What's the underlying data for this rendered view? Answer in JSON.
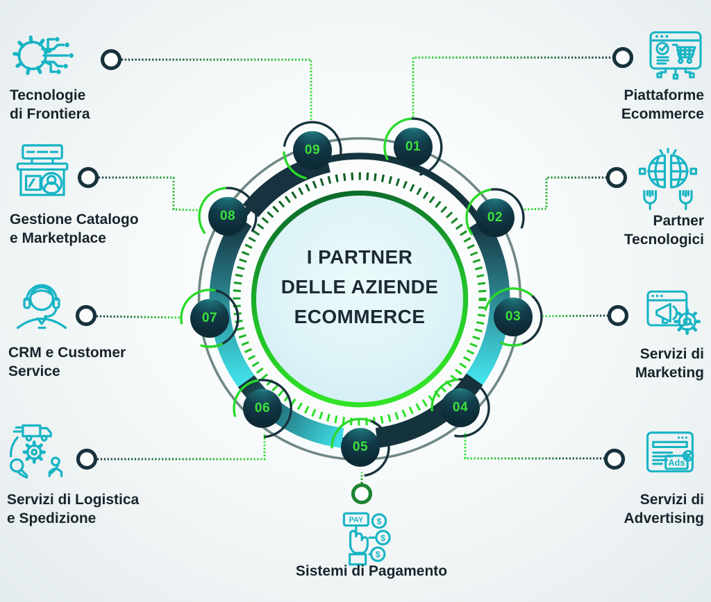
{
  "title": {
    "line1": "I PARTNER",
    "line2": "DELLE AZIENDE",
    "line3": "ECOMMERCE"
  },
  "nodes": [
    {
      "number": "01",
      "label_line1": "Piattaforme",
      "label_line2": "Ecommerce",
      "icon": "ecommerce-platform-icon"
    },
    {
      "number": "02",
      "label_line1": "Partner",
      "label_line2": "Tecnologici",
      "icon": "technology-partners-icon"
    },
    {
      "number": "03",
      "label_line1": "Servizi di",
      "label_line2": "Marketing",
      "icon": "marketing-services-icon"
    },
    {
      "number": "04",
      "label_line1": "Servizi di",
      "label_line2": "Advertising",
      "icon": "advertising-services-icon"
    },
    {
      "number": "05",
      "label_line1": "Sistemi di Pagamento",
      "label_line2": "",
      "icon": "payment-systems-icon"
    },
    {
      "number": "06",
      "label_line1": "Servizi di Logistica",
      "label_line2": "e Spedizione",
      "icon": "logistics-shipping-icon"
    },
    {
      "number": "07",
      "label_line1": "CRM e Customer",
      "label_line2": "Service",
      "icon": "crm-customer-service-icon"
    },
    {
      "number": "08",
      "label_line1": "Gestione Catalogo",
      "label_line2": "e Marketplace",
      "icon": "catalog-marketplace-icon"
    },
    {
      "number": "09",
      "label_line1": "Tecnologie",
      "label_line2": "di Frontiera",
      "icon": "frontier-technologies-icon"
    }
  ],
  "icon_text": {
    "pay": "PAY",
    "ads": "Ads",
    "dollar": "$"
  },
  "colors": {
    "accent_green": "#2ce32b",
    "dark_navy": "#14333d",
    "icon_teal": "#17b4c4",
    "badge_text_green": "#3ce13c",
    "center_fill": "#ddf3f7",
    "cyan_band": "#41e1e9"
  }
}
